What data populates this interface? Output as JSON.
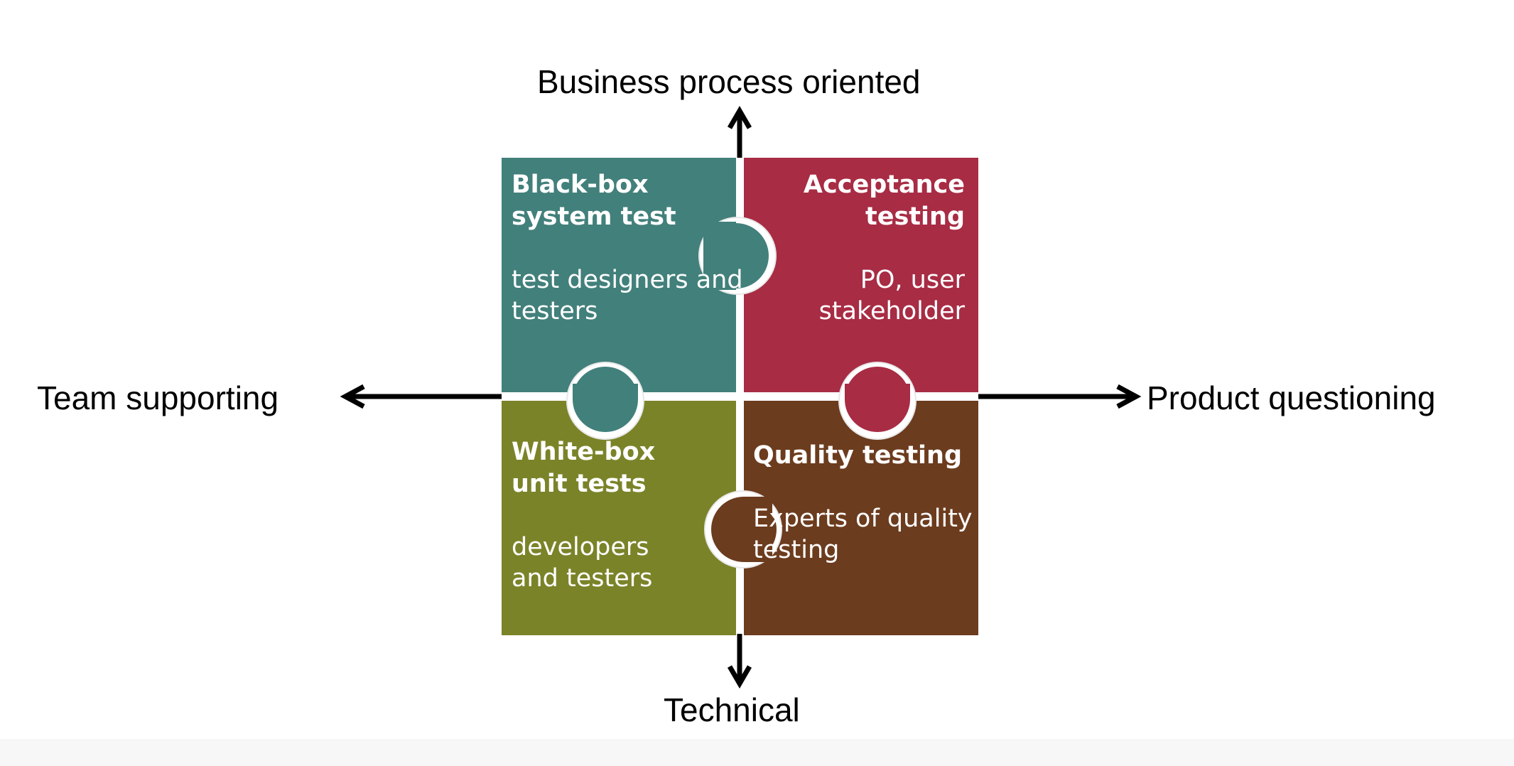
{
  "axes": {
    "top": "Business process oriented",
    "bottom": "Technical",
    "left": "Team supporting",
    "right": "Product questioning"
  },
  "quadrants": {
    "top_left": {
      "title": "Black-box\nsystem test",
      "body": "test designers and\ntesters",
      "color": "#42807b"
    },
    "top_right": {
      "title": "Acceptance\ntesting",
      "body": "PO, user\nstakeholder",
      "color": "#a82c44"
    },
    "bottom_left": {
      "title": "White-box\nunit tests",
      "body": "developers\nand testers",
      "color": "#7b8329"
    },
    "bottom_right": {
      "title": "Quality testing",
      "body": "Experts of quality\ntesting",
      "color": "#6c3c1e"
    }
  },
  "colors": {
    "axis": "#000000",
    "gap": "#ffffff",
    "outline": "#e8e8e8"
  }
}
